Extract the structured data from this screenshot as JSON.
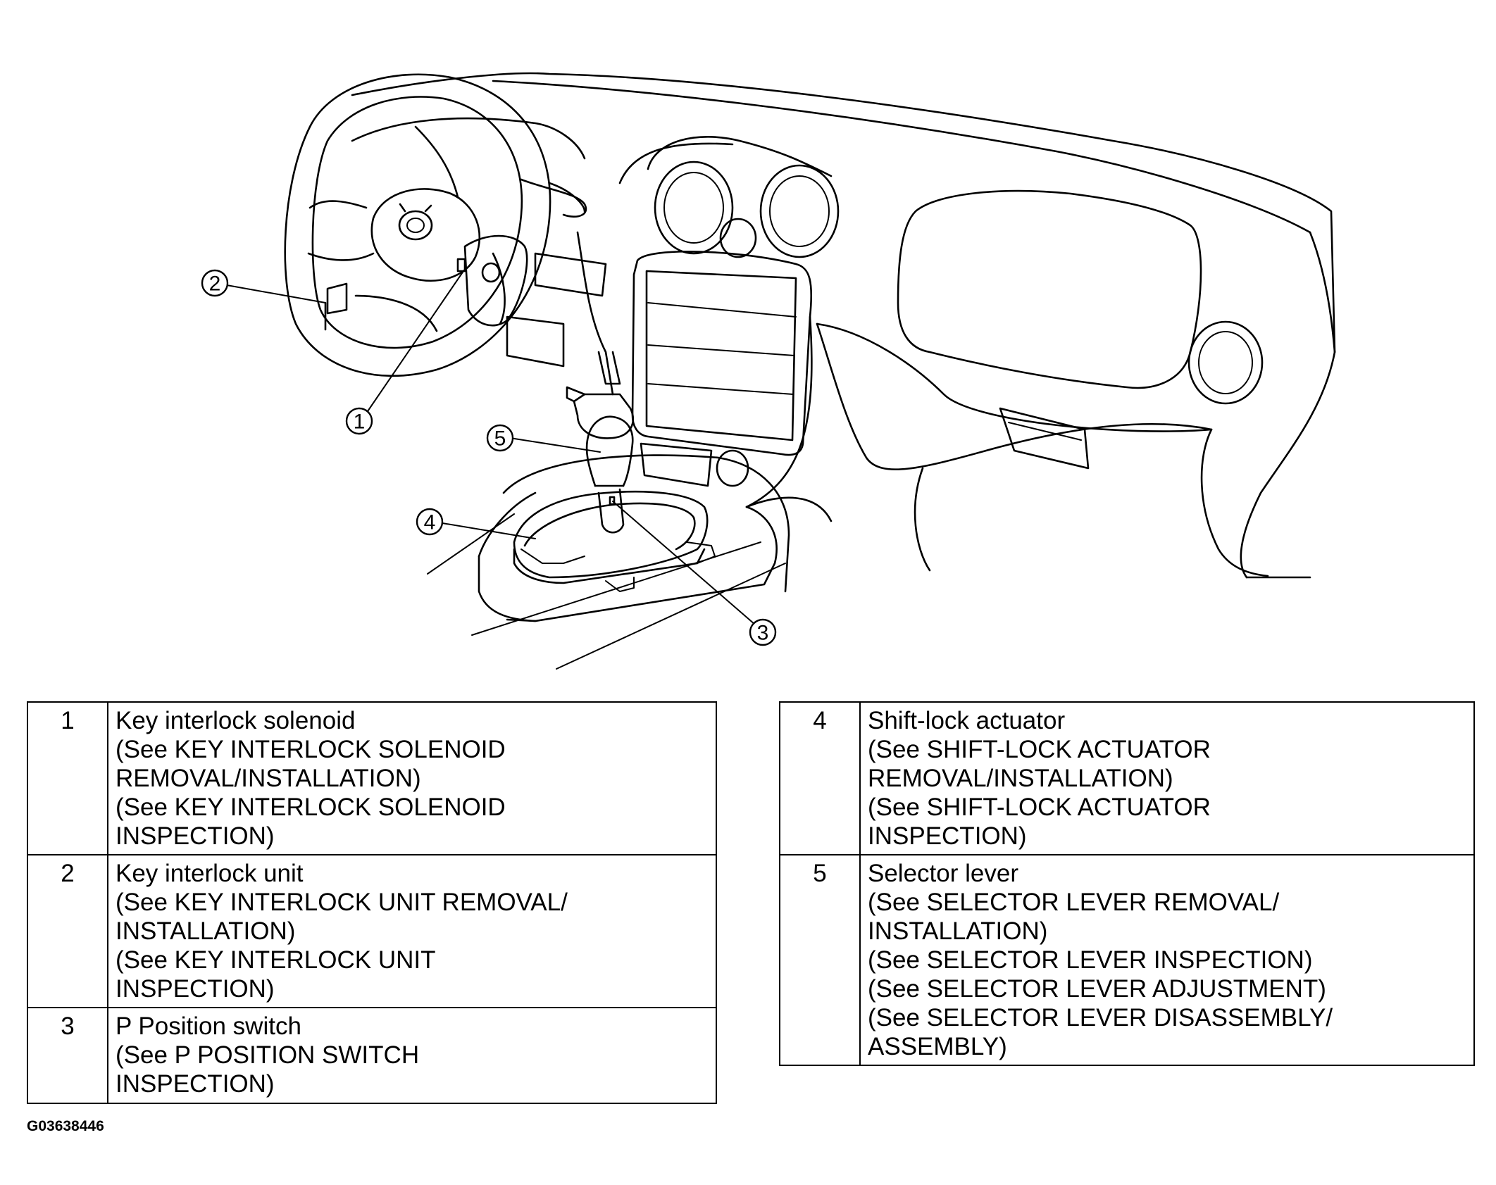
{
  "callouts": [
    "1",
    "2",
    "3",
    "4",
    "5"
  ],
  "table_left": [
    {
      "num": "1",
      "lines": [
        "Key interlock solenoid",
        "(See KEY INTERLOCK SOLENOID",
        "REMOVAL/INSTALLATION)",
        "(See KEY INTERLOCK SOLENOID",
        "INSPECTION)"
      ]
    },
    {
      "num": "2",
      "lines": [
        "Key interlock unit",
        "(See KEY INTERLOCK UNIT REMOVAL/",
        "INSTALLATION)",
        "(See KEY INTERLOCK UNIT",
        "INSPECTION)"
      ]
    },
    {
      "num": "3",
      "lines": [
        "P Position switch",
        "(See P POSITION SWITCH",
        "INSPECTION)"
      ]
    }
  ],
  "table_right": [
    {
      "num": "4",
      "lines": [
        "Shift-lock actuator",
        "(See SHIFT-LOCK ACTUATOR",
        "REMOVAL/INSTALLATION)",
        "(See SHIFT-LOCK ACTUATOR",
        "INSPECTION)"
      ]
    },
    {
      "num": "5",
      "lines": [
        "Selector lever",
        "(See SELECTOR LEVER REMOVAL/",
        "INSTALLATION)",
        "(See SELECTOR LEVER INSPECTION)",
        "(See SELECTOR LEVER ADJUSTMENT)",
        "(See SELECTOR LEVER DISASSEMBLY/",
        "ASSEMBLY)"
      ]
    }
  ],
  "figure_id": "G03638446"
}
